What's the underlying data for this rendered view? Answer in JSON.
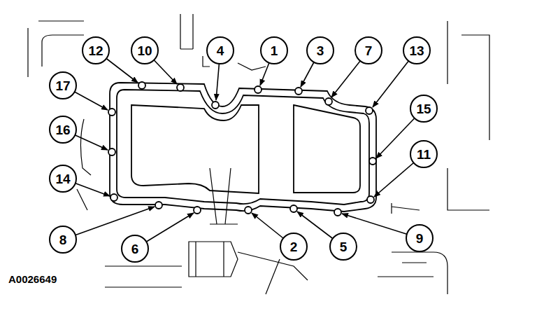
{
  "diagram": {
    "nodes": [
      {
        "text": [
          "12"
        ]
      },
      {
        "text": [
          "10"
        ]
      },
      {
        "text": [
          "4"
        ]
      },
      {
        "text": [
          "1"
        ]
      },
      {
        "text": [
          "3"
        ]
      },
      {
        "text": [
          "7"
        ]
      },
      {
        "text": [
          "13"
        ]
      },
      {
        "text": [
          "17"
        ]
      },
      {
        "text": [
          "16"
        ]
      },
      {
        "text": [
          "14"
        ]
      },
      {
        "text": [
          "15"
        ]
      },
      {
        "text": [
          "11"
        ]
      },
      {
        "text": [
          "8"
        ]
      },
      {
        "text": [
          "6"
        ]
      },
      {
        "text": [
          "2"
        ]
      },
      {
        "text": [
          "5"
        ]
      },
      {
        "text": [
          "9"
        ]
      }
    ],
    "labels": [
      "A0026649"
    ]
  }
}
